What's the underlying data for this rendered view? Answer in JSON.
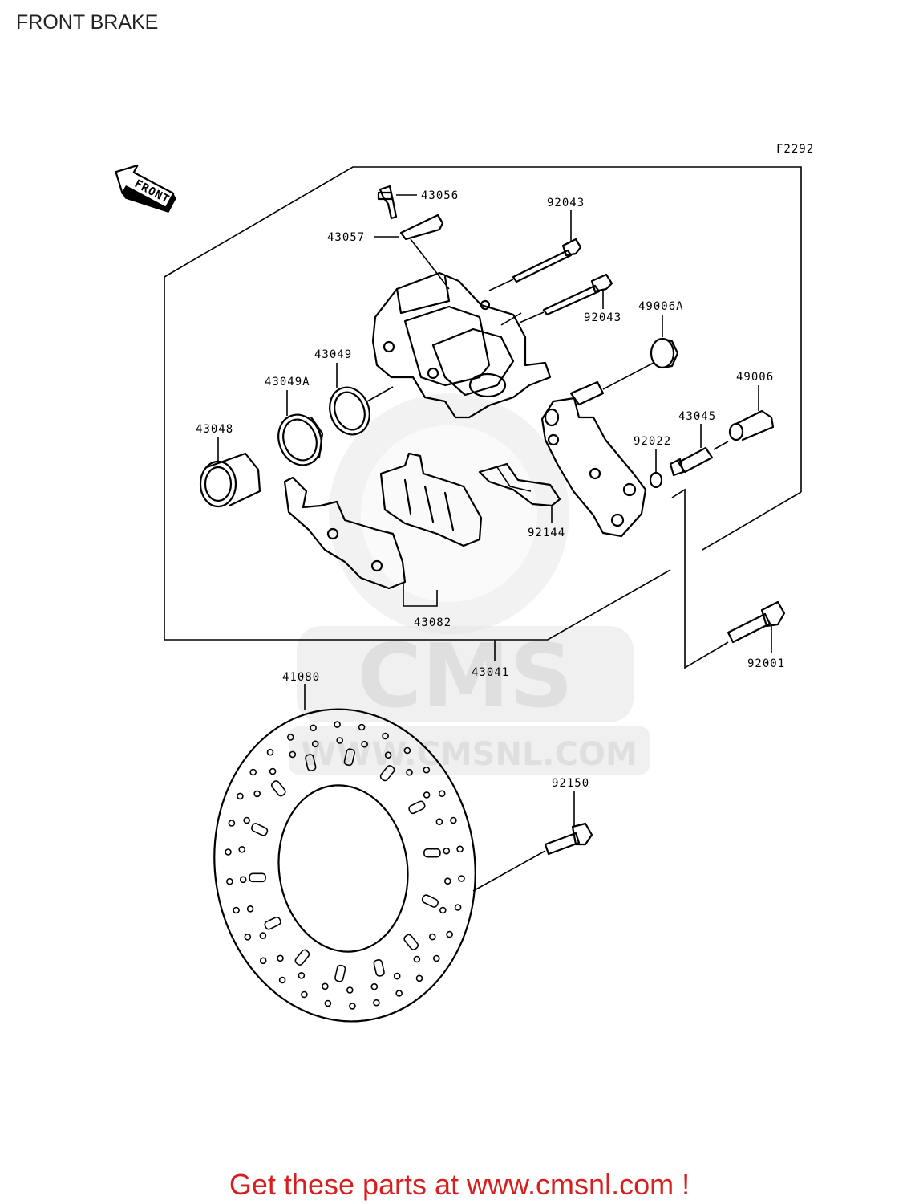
{
  "page": {
    "title": "FRONT BRAKE",
    "figure_code": "F2292",
    "front_arrow": "FRONT",
    "footer": "Get these parts at www.cmsnl.com !"
  },
  "watermark": {
    "brand": "CMS",
    "url": "WWW.CMSNL.COM"
  },
  "parts": [
    {
      "id": "43056",
      "label": "43056"
    },
    {
      "id": "43057",
      "label": "43057"
    },
    {
      "id": "92043a",
      "label": "92043"
    },
    {
      "id": "92043b",
      "label": "92043"
    },
    {
      "id": "49006A",
      "label": "49006A"
    },
    {
      "id": "43049",
      "label": "43049"
    },
    {
      "id": "43049A",
      "label": "43049A"
    },
    {
      "id": "49006",
      "label": "49006"
    },
    {
      "id": "43045",
      "label": "43045"
    },
    {
      "id": "43048",
      "label": "43048"
    },
    {
      "id": "92022",
      "label": "92022"
    },
    {
      "id": "92144",
      "label": "92144"
    },
    {
      "id": "43082",
      "label": "43082"
    },
    {
      "id": "43041",
      "label": "43041"
    },
    {
      "id": "92001",
      "label": "92001"
    },
    {
      "id": "41080",
      "label": "41080"
    },
    {
      "id": "92150",
      "label": "92150"
    }
  ]
}
